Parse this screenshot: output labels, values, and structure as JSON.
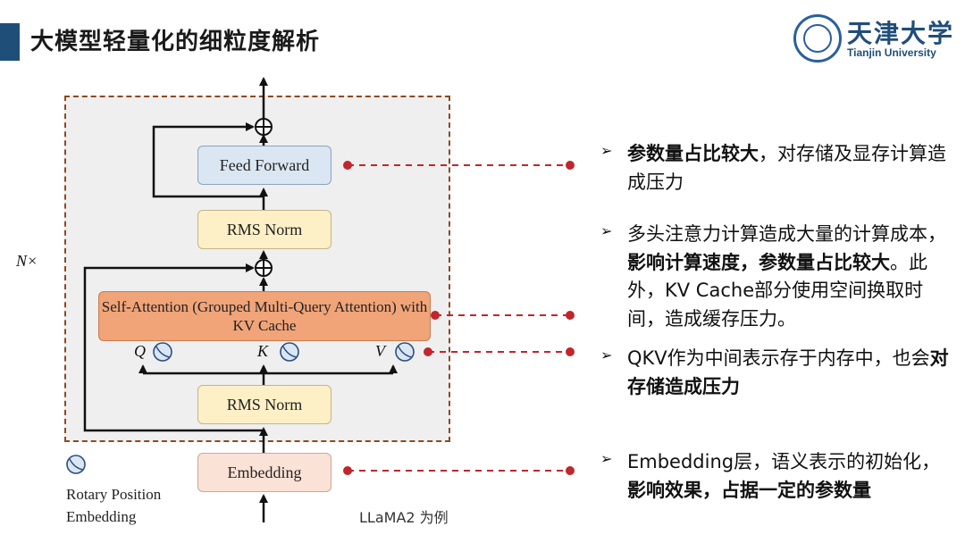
{
  "header": {
    "title": "大模型轻量化的细粒度解析"
  },
  "logo": {
    "cn_text": "天津大学",
    "en_text": "Tianjin University"
  },
  "diagram": {
    "repeat_label": "N×",
    "blocks": {
      "feed_forward": "Feed Forward",
      "rms_norm_top": "RMS Norm",
      "self_attention": "Self-Attention (Grouped Multi-Query Attention) with KV Cache",
      "rms_norm_bottom": "RMS Norm",
      "embedding": "Embedding"
    },
    "inputs": {
      "q": "Q",
      "k": "K",
      "v": "V"
    },
    "legend": {
      "rope": "Rotary Position Embedding"
    },
    "caption": "LLaMA2 为例"
  },
  "bullets": [
    {
      "bold_start": "参数量占比较大",
      "rest": "，对存储及显存计算造成压力"
    },
    {
      "plain_start": "多头注意力计算造成大量的计算成本，",
      "bold_mid": "影响计算速度，参数量占比较大",
      "rest": "。此外，KV Cache部分使用空间换取时间，造成缓存压力。"
    },
    {
      "plain_start": "QKV作为中间表示存于内存中，也会",
      "bold_end": "对存储造成压力"
    },
    {
      "plain_start": "Embedding层，语义表示的初始化，",
      "bold_end": "影响效果，占据一定的参数量"
    }
  ],
  "colors": {
    "accent_blue": "#1f4e79",
    "dashed_red": "#c0262c",
    "attention_fill": "#f0a478"
  }
}
